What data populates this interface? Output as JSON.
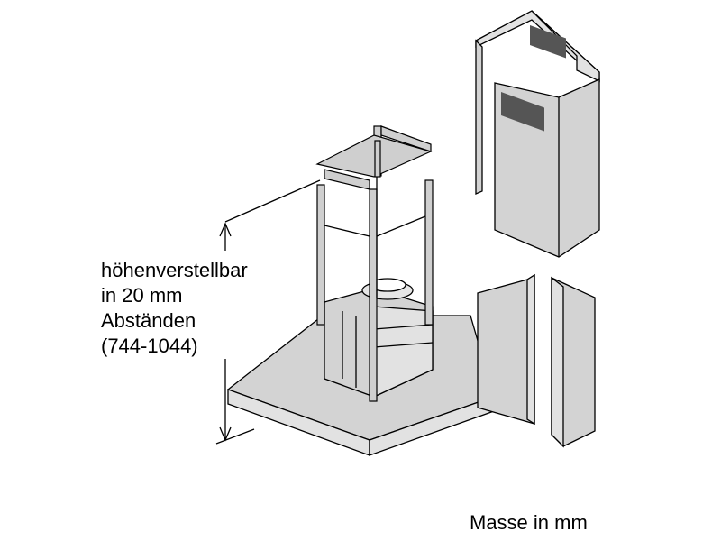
{
  "dimension_label": {
    "line1": "höhenverstellbar",
    "line2": "in 20 mm",
    "line3": "Abständen",
    "line4": "(744-1044)"
  },
  "units_note": "Masse in mm"
}
